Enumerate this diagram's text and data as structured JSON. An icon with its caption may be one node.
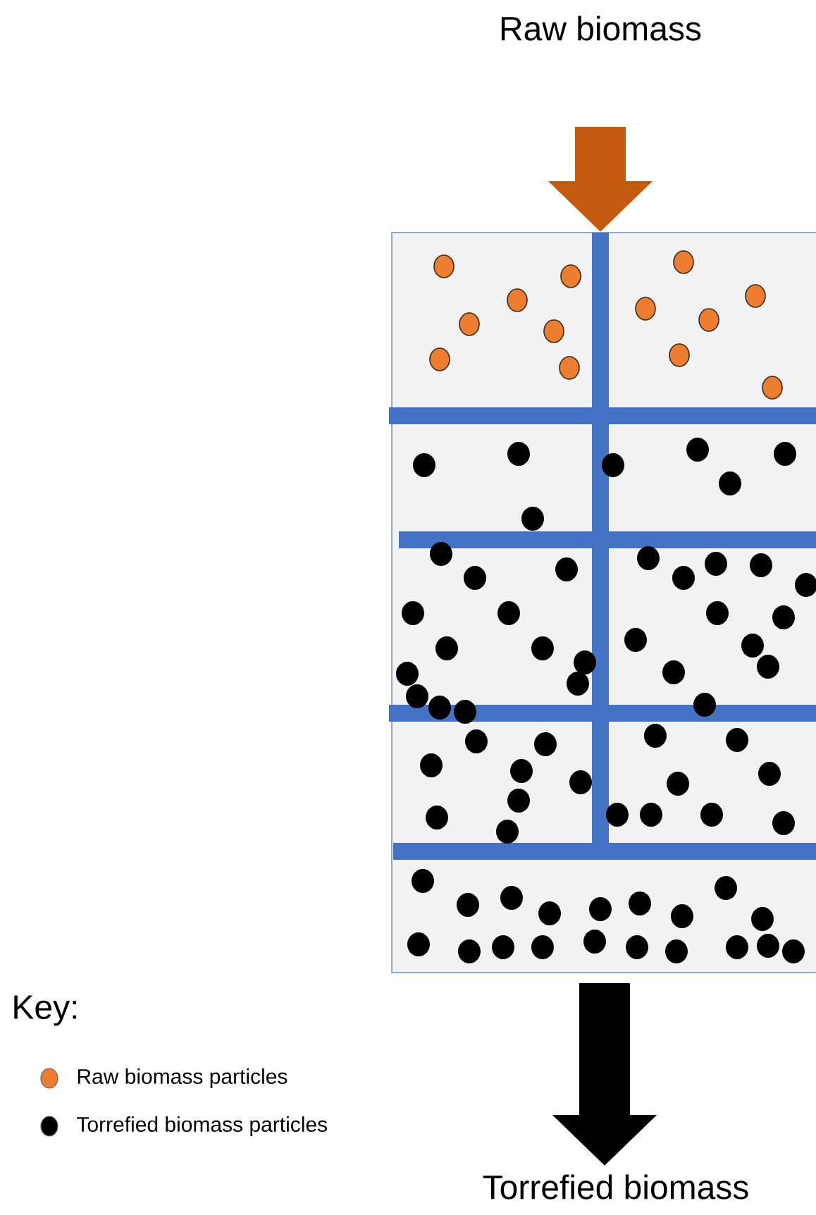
{
  "diagram": {
    "nodes": [
      {
        "text": [
          "Raw biomass"
        ]
      },
      {
        "text": [],
        "shape": "box"
      },
      {
        "text": [
          "Torrefied biomass"
        ]
      }
    ],
    "edges": [
      {
        "from": 0,
        "to": 1,
        "arrow": "to",
        "color": "#c55a11"
      },
      {
        "from": 1,
        "to": 2,
        "arrow": "to",
        "color": "#000000"
      }
    ],
    "labels": [
      "Key:"
    ],
    "legend": [
      {
        "text": "Raw biomass particles",
        "color": "#ed7d31"
      },
      {
        "text": "Torrefied biomass particles",
        "color": "#000000"
      }
    ]
  }
}
